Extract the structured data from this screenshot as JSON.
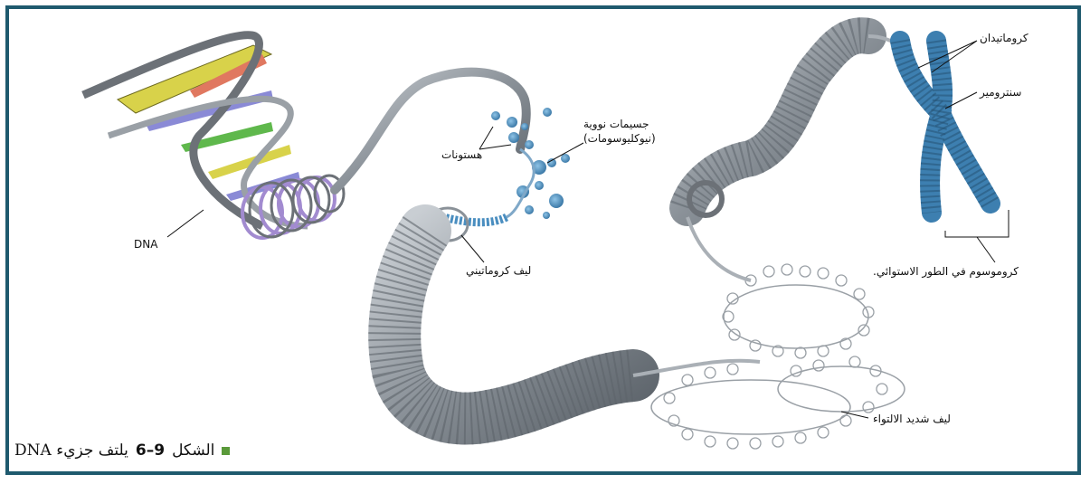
{
  "labels": {
    "dna": "DNA",
    "histones": "هستونات",
    "nucleosomes_line1": "جسيمات نووية",
    "nucleosomes_line2": "(نيوكليوسومات)",
    "chromatin_fiber": "ليف كروماتيني",
    "chromatids": "كروماتيدان",
    "centromere": "سنترومير",
    "metaphase_chromosome": "كروموسوم في الطور الاستوائي.",
    "supercoiled_fiber": "ليف شديد الالتواء"
  },
  "caption": {
    "prefix": "الشكل",
    "number": "6–9",
    "text": "يلتف جزيء DNA"
  },
  "colors": {
    "border": "#1f5a6e",
    "caption_marker": "#5a9a3a",
    "chromosome_blue": "#3d7fb0",
    "fiber_gray": "#8a9198"
  }
}
